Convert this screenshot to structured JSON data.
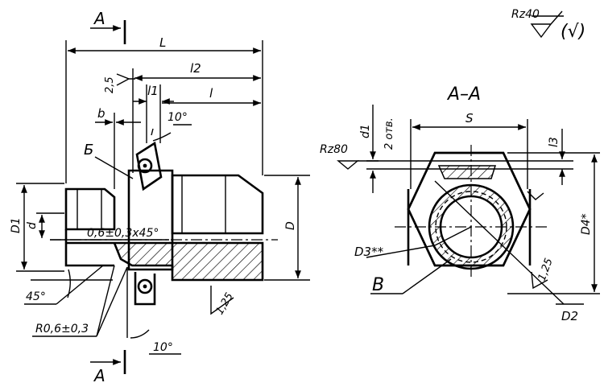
{
  "title": "",
  "labels": {
    "section_marker_top": "A",
    "section_marker_bottom": "A",
    "length_L": "L",
    "length_l2": "l2",
    "length_l1": "l1",
    "length_l": "l",
    "length_b": "b",
    "roughness_25": "2,5",
    "angle_10_top": "10°",
    "detail_B_cyr": "Б",
    "dia_D1": "D1",
    "dia_d": "d",
    "dia_D": "D",
    "chamfer": "0,6±0,3x45°",
    "angle_45": "45°",
    "radius": "R0,6±0,3",
    "angle_10_bottom": "10°",
    "thread_pitch_left": "1,25",
    "roughness_rz40": "Rz40",
    "roughness_other": "(√)",
    "section_title": "A–A",
    "width_S": "S",
    "hole_d1": "d1",
    "holes_count": "2 отв.",
    "length_l3": "l3",
    "roughness_rz80": "Rz80",
    "dia_D4": "D4*",
    "dia_D3": "D3**",
    "view_B": "B",
    "thread_pitch_right": "1,25",
    "dia_D2": "D2"
  }
}
